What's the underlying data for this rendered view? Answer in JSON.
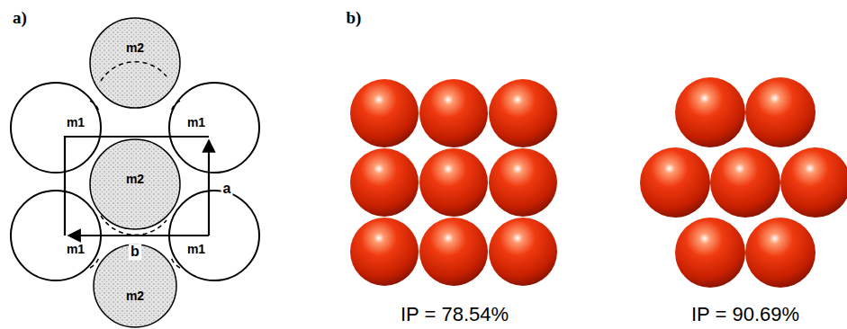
{
  "diagram": {
    "labels": [
      "a)",
      "m2",
      "m1",
      "m1",
      "m2",
      "a",
      "m1",
      "b",
      "m1",
      "m2",
      "b)",
      "IP = 78.54%",
      "IP = 90.69%"
    ]
  }
}
